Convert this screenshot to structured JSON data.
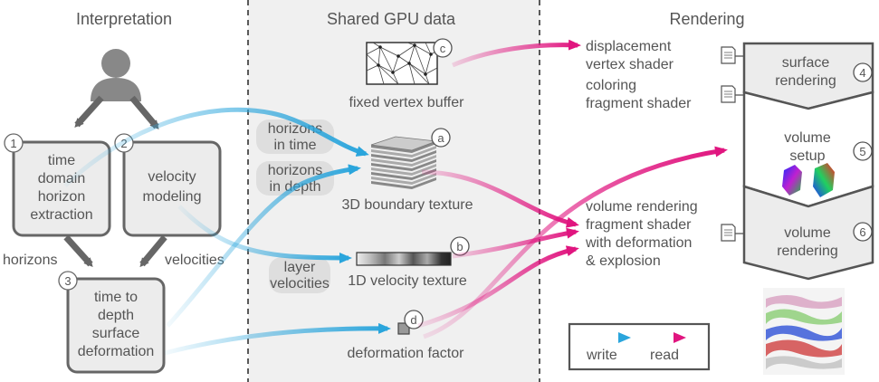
{
  "columns": {
    "interpretation": "Interpretation",
    "shared": "Shared GPU data",
    "rendering": "Rendering"
  },
  "steps": {
    "s1": {
      "num": "1",
      "lines": [
        "time",
        "domain",
        "horizon",
        "extraction"
      ]
    },
    "s2": {
      "num": "2",
      "lines": [
        "velocity",
        "modeling"
      ]
    },
    "s3": {
      "num": "3",
      "lines": [
        "time to",
        "depth",
        "surface",
        "deformation"
      ]
    }
  },
  "edge_labels": {
    "horizons": "horizons",
    "velocities": "velocities"
  },
  "bubbles": {
    "time": [
      "horizons",
      "in time"
    ],
    "depth": [
      "horizons",
      "in depth"
    ],
    "layer": [
      "layer",
      "velocities"
    ]
  },
  "gpu": {
    "vertex_buffer": {
      "letter": "c",
      "label": "fixed vertex buffer"
    },
    "boundary": {
      "letter": "a",
      "label": "3D boundary texture"
    },
    "velocity": {
      "letter": "b",
      "label": "1D velocity texture"
    },
    "deformation": {
      "letter": "d",
      "label": "deformation factor"
    }
  },
  "shaders": {
    "displacement": [
      "displacement",
      "vertex shader"
    ],
    "coloring": [
      "coloring",
      "fragment shader"
    ],
    "volume": [
      "volume rendering",
      "fragment shader",
      "with deformation",
      "& explosion"
    ]
  },
  "render_steps": {
    "r4": {
      "num": "4",
      "lines": [
        "surface",
        "rendering"
      ]
    },
    "r5": {
      "num": "5",
      "lines": [
        "volume",
        "setup"
      ]
    },
    "r6": {
      "num": "6",
      "lines": [
        "volume",
        "rendering"
      ]
    }
  },
  "legend": {
    "write": "write",
    "read": "read"
  },
  "colors": {
    "write": "#2aa5dc",
    "read": "#e0157f",
    "panel": "#f0f0f0",
    "box": "#ececec",
    "stroke": "#666666"
  }
}
